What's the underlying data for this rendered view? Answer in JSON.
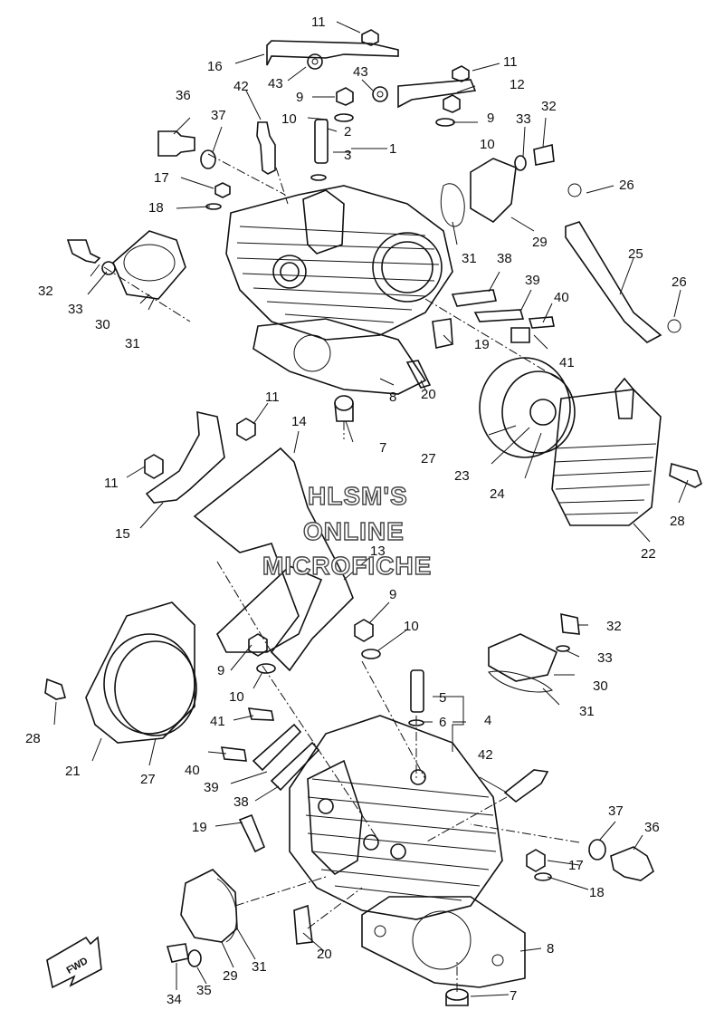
{
  "watermark": {
    "line1": "HLSM'S",
    "line2": "ONLINE",
    "line3": "MICROFICHE"
  },
  "direction_label": "FWD",
  "callouts": [
    {
      "id": "c11a",
      "text": "11"
    },
    {
      "id": "c16",
      "text": "16"
    },
    {
      "id": "c43a",
      "text": "43"
    },
    {
      "id": "c43b",
      "text": "43"
    },
    {
      "id": "c11b",
      "text": "11"
    },
    {
      "id": "c42a",
      "text": "42"
    },
    {
      "id": "c9a",
      "text": "9"
    },
    {
      "id": "c12",
      "text": "12"
    },
    {
      "id": "c36a",
      "text": "36"
    },
    {
      "id": "c37a",
      "text": "37"
    },
    {
      "id": "c10a",
      "text": "10"
    },
    {
      "id": "c2",
      "text": "2"
    },
    {
      "id": "c9b",
      "text": "9"
    },
    {
      "id": "c33a",
      "text": "33"
    },
    {
      "id": "c32a",
      "text": "32"
    },
    {
      "id": "c3",
      "text": "3"
    },
    {
      "id": "c1",
      "text": "1"
    },
    {
      "id": "c10b",
      "text": "10"
    },
    {
      "id": "c17a",
      "text": "17"
    },
    {
      "id": "c26a",
      "text": "26"
    },
    {
      "id": "c18a",
      "text": "18"
    },
    {
      "id": "c29a",
      "text": "29"
    },
    {
      "id": "c25",
      "text": "25"
    },
    {
      "id": "c31a",
      "text": "31"
    },
    {
      "id": "c32b",
      "text": "32"
    },
    {
      "id": "c38a",
      "text": "38"
    },
    {
      "id": "c26b",
      "text": "26"
    },
    {
      "id": "c39a",
      "text": "39"
    },
    {
      "id": "c33b",
      "text": "33"
    },
    {
      "id": "c40a",
      "text": "40"
    },
    {
      "id": "c30a",
      "text": "30"
    },
    {
      "id": "c31b",
      "text": "31"
    },
    {
      "id": "c19a",
      "text": "19"
    },
    {
      "id": "c41a",
      "text": "41"
    },
    {
      "id": "c20a",
      "text": "20"
    },
    {
      "id": "c8a",
      "text": "8"
    },
    {
      "id": "c11c",
      "text": "11"
    },
    {
      "id": "c14",
      "text": "14"
    },
    {
      "id": "c7a",
      "text": "7"
    },
    {
      "id": "c27a",
      "text": "27"
    },
    {
      "id": "c11d",
      "text": "11"
    },
    {
      "id": "c23",
      "text": "23"
    },
    {
      "id": "c24",
      "text": "24"
    },
    {
      "id": "c28a",
      "text": "28"
    },
    {
      "id": "c15",
      "text": "15"
    },
    {
      "id": "c22",
      "text": "22"
    },
    {
      "id": "c13",
      "text": "13"
    },
    {
      "id": "c9c",
      "text": "9"
    },
    {
      "id": "c32c",
      "text": "32"
    },
    {
      "id": "c10c",
      "text": "10"
    },
    {
      "id": "c9d",
      "text": "9"
    },
    {
      "id": "c33c",
      "text": "33"
    },
    {
      "id": "c10d",
      "text": "10"
    },
    {
      "id": "c30b",
      "text": "30"
    },
    {
      "id": "c31c",
      "text": "31"
    },
    {
      "id": "c5",
      "text": "5"
    },
    {
      "id": "c28b",
      "text": "28"
    },
    {
      "id": "c6",
      "text": "6"
    },
    {
      "id": "c4",
      "text": "4"
    },
    {
      "id": "c41b",
      "text": "41"
    },
    {
      "id": "c42b",
      "text": "42"
    },
    {
      "id": "c40b",
      "text": "40"
    },
    {
      "id": "c21",
      "text": "21"
    },
    {
      "id": "c27b",
      "text": "27"
    },
    {
      "id": "c39b",
      "text": "39"
    },
    {
      "id": "c38b",
      "text": "38"
    },
    {
      "id": "c37b",
      "text": "37"
    },
    {
      "id": "c19b",
      "text": "19"
    },
    {
      "id": "c36b",
      "text": "36"
    },
    {
      "id": "c17b",
      "text": "17"
    },
    {
      "id": "c18b",
      "text": "18"
    },
    {
      "id": "c20b",
      "text": "20"
    },
    {
      "id": "c8b",
      "text": "8"
    },
    {
      "id": "c31d",
      "text": "31"
    },
    {
      "id": "c29b",
      "text": "29"
    },
    {
      "id": "c34",
      "text": "34"
    },
    {
      "id": "c35",
      "text": "35"
    },
    {
      "id": "c7b",
      "text": "7"
    }
  ]
}
